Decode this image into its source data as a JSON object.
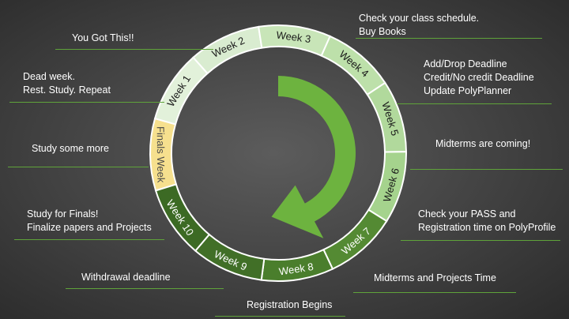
{
  "segments": [
    {
      "label": "Finals Week",
      "fill": "#f6e08e",
      "text": "#4a4a4a"
    },
    {
      "label": "Week 1",
      "fill": "#e2f1da",
      "text": "#1a1a1a"
    },
    {
      "label": "Week 2",
      "fill": "#d9ecd0",
      "text": "#1a1a1a"
    },
    {
      "label": "Week 3",
      "fill": "#c8e5b8",
      "text": "#1a1a1a"
    },
    {
      "label": "Week 4",
      "fill": "#bde0aa",
      "text": "#1a1a1a"
    },
    {
      "label": "Week 5",
      "fill": "#b1d99c",
      "text": "#1a1a1a"
    },
    {
      "label": "Week 6",
      "fill": "#a5d38d",
      "text": "#1a1a1a"
    },
    {
      "label": "Week 7",
      "fill": "#548a33",
      "text": "#ffffff"
    },
    {
      "label": "Week 8",
      "fill": "#4a7e2c",
      "text": "#ffffff"
    },
    {
      "label": "Week 9",
      "fill": "#416f27",
      "text": "#ffffff"
    },
    {
      "label": "Week 10",
      "fill": "#3c6a24",
      "text": "#ffffff"
    }
  ],
  "arrow_color": "#6db33f",
  "notes": {
    "n1": {
      "line1": "Check your class schedule.",
      "line2": "Buy Books"
    },
    "n2": {
      "line1": "Add/Drop Deadline",
      "line2": "Credit/No credit Deadline",
      "line3": "Update PolyPlanner"
    },
    "n3": {
      "line1": "Midterms are coming!"
    },
    "n4": {
      "line1": "Check your PASS and",
      "line2": "Registration time on PolyProfile"
    },
    "n5": {
      "line1": "Midterms and Projects Time"
    },
    "n6": {
      "line1": "Registration Begins"
    },
    "n7": {
      "line1": "Withdrawal deadline"
    },
    "n8": {
      "line1": "Study for Finals!",
      "line2": "Finalize papers and Projects"
    },
    "n9": {
      "line1": "Study some more"
    },
    "n10": {
      "line1": "Dead week.",
      "line2": "Rest. Study. Repeat"
    },
    "n11": {
      "line1": "You Got This!!"
    }
  }
}
